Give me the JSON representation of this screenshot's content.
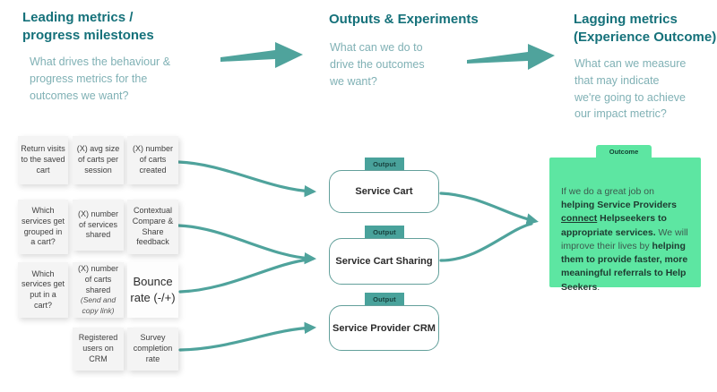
{
  "colors": {
    "accent_teal": "#4fa39c",
    "header_teal": "#15717a",
    "subtext_teal": "#80b1b5",
    "outcome_green": "#5de6a2",
    "sticky_bg": "#f4f4f4",
    "box_border_teal": "#63a09b"
  },
  "columns": [
    {
      "title_lines": [
        "Leading metrics /",
        "progress milestones"
      ],
      "subtitle_lines": [
        "What drives the behaviour &",
        "progress metrics for the",
        "outcomes we want?"
      ]
    },
    {
      "title_lines": [
        "Outputs & Experiments"
      ],
      "subtitle_lines": [
        "What can we do to",
        "drive the outcomes",
        "we want?"
      ]
    },
    {
      "title_lines": [
        "Lagging metrics",
        "(Experience Outcome)"
      ],
      "subtitle_lines": [
        "What can we measure",
        "that may indicate",
        "we're going to achieve",
        "our impact metric?"
      ]
    }
  ],
  "stickies": [
    {
      "text": "Return visits to the saved cart"
    },
    {
      "text": "(X) avg size of carts per session"
    },
    {
      "text": "(X) number of carts created"
    },
    {
      "text": "Which services get grouped in a cart?"
    },
    {
      "text": "(X) number of services shared"
    },
    {
      "text": "Contextual Compare & Share feedback"
    },
    {
      "text": "Which services get put in a cart?"
    },
    {
      "text": "(X) number of carts shared",
      "note": "(Send and copy link)"
    },
    {
      "text": "Bounce rate (-/+)"
    },
    {
      "text": "Registered users on CRM"
    },
    {
      "text": "Survey completion rate"
    }
  ],
  "outputs": [
    {
      "tag": "Output",
      "label": "Service Cart"
    },
    {
      "tag": "Output",
      "label": "Service Cart Sharing"
    },
    {
      "tag": "Output",
      "label": "Service Provider CRM"
    }
  ],
  "outcome": {
    "tag": "Outcome",
    "segments": [
      {
        "text": "If we do a great job on "
      },
      {
        "text": "helping Service Providers "
      },
      {
        "text": "connect"
      },
      {
        "text": " Helpseekers to appropriate services."
      },
      {
        "text": " We will improve their lives by "
      },
      {
        "text": "helping them to provide faster, more meaningful referrals to Help Seekers"
      },
      {
        "text": "."
      }
    ]
  }
}
